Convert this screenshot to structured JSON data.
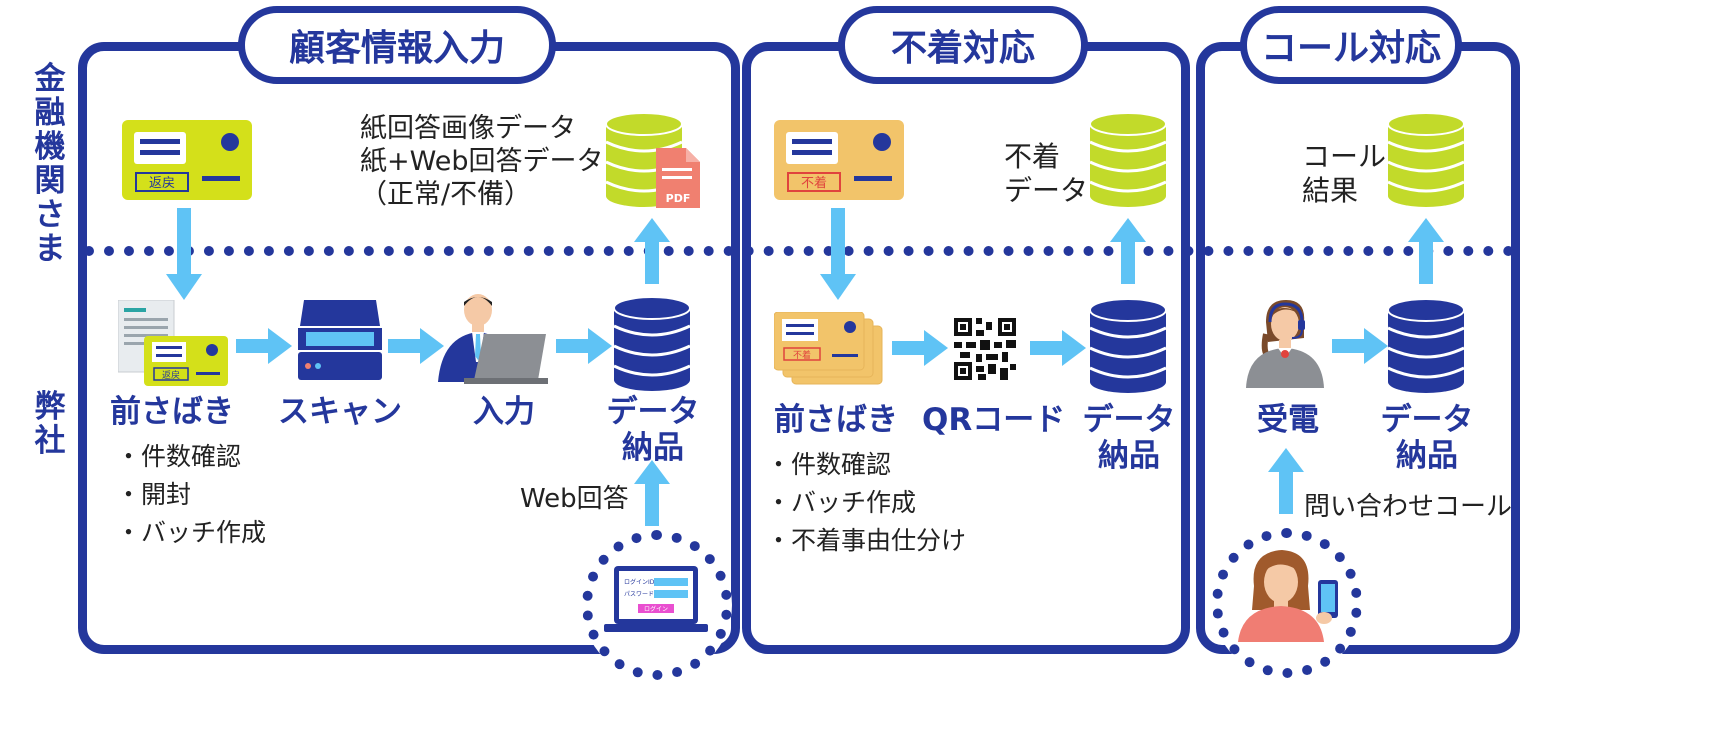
{
  "side_labels": {
    "client": "金融機関さま",
    "company": "弊社"
  },
  "sections": [
    {
      "title": "顧客情報入力"
    },
    {
      "title": "不着対応"
    },
    {
      "title": "コール対応"
    }
  ],
  "section1": {
    "card_stamp": "返戻",
    "output_label": [
      "紙回答画像データ",
      "紙+Web回答データ",
      "（正常/不備）"
    ],
    "pdf_tag": "PDF",
    "steps": [
      "前さばき",
      "スキャン",
      "入力"
    ],
    "deliver": [
      "データ",
      "納品"
    ],
    "bullets": [
      "・件数確認",
      "・開封",
      "・バッチ作成"
    ],
    "web_label": "Web回答",
    "laptop": {
      "field1": "ログインID",
      "field2": "パスワード",
      "button": "ログイン"
    }
  },
  "section2": {
    "card_stamp": "不着",
    "output_label": [
      "不着",
      "データ"
    ],
    "steps": [
      "前さばき",
      "QRコード"
    ],
    "deliver": [
      "データ",
      "納品"
    ],
    "bullets": [
      "・件数確認",
      "・バッチ作成",
      "・不着事由仕分け"
    ]
  },
  "section3": {
    "output_label": [
      "コール",
      "結果"
    ],
    "steps": [
      "受電"
    ],
    "deliver": [
      "データ",
      "納品"
    ],
    "inquiry_label": "問い合わせコール"
  },
  "colors": {
    "navy": "#24379c",
    "arrow": "#5fc3f5",
    "lime": "#d4e01a",
    "db_green": "#c2da2a",
    "orange_card": "#f2c46a",
    "pdf_red": "#f08070"
  },
  "icons": [
    "return-card-icon",
    "not-delivered-card-icon",
    "database-icon",
    "pdf-icon",
    "documents-icon",
    "scanner-icon",
    "operator-icon",
    "qr-code-icon",
    "call-center-icon",
    "laptop-icon",
    "smartphone-user-icon"
  ]
}
